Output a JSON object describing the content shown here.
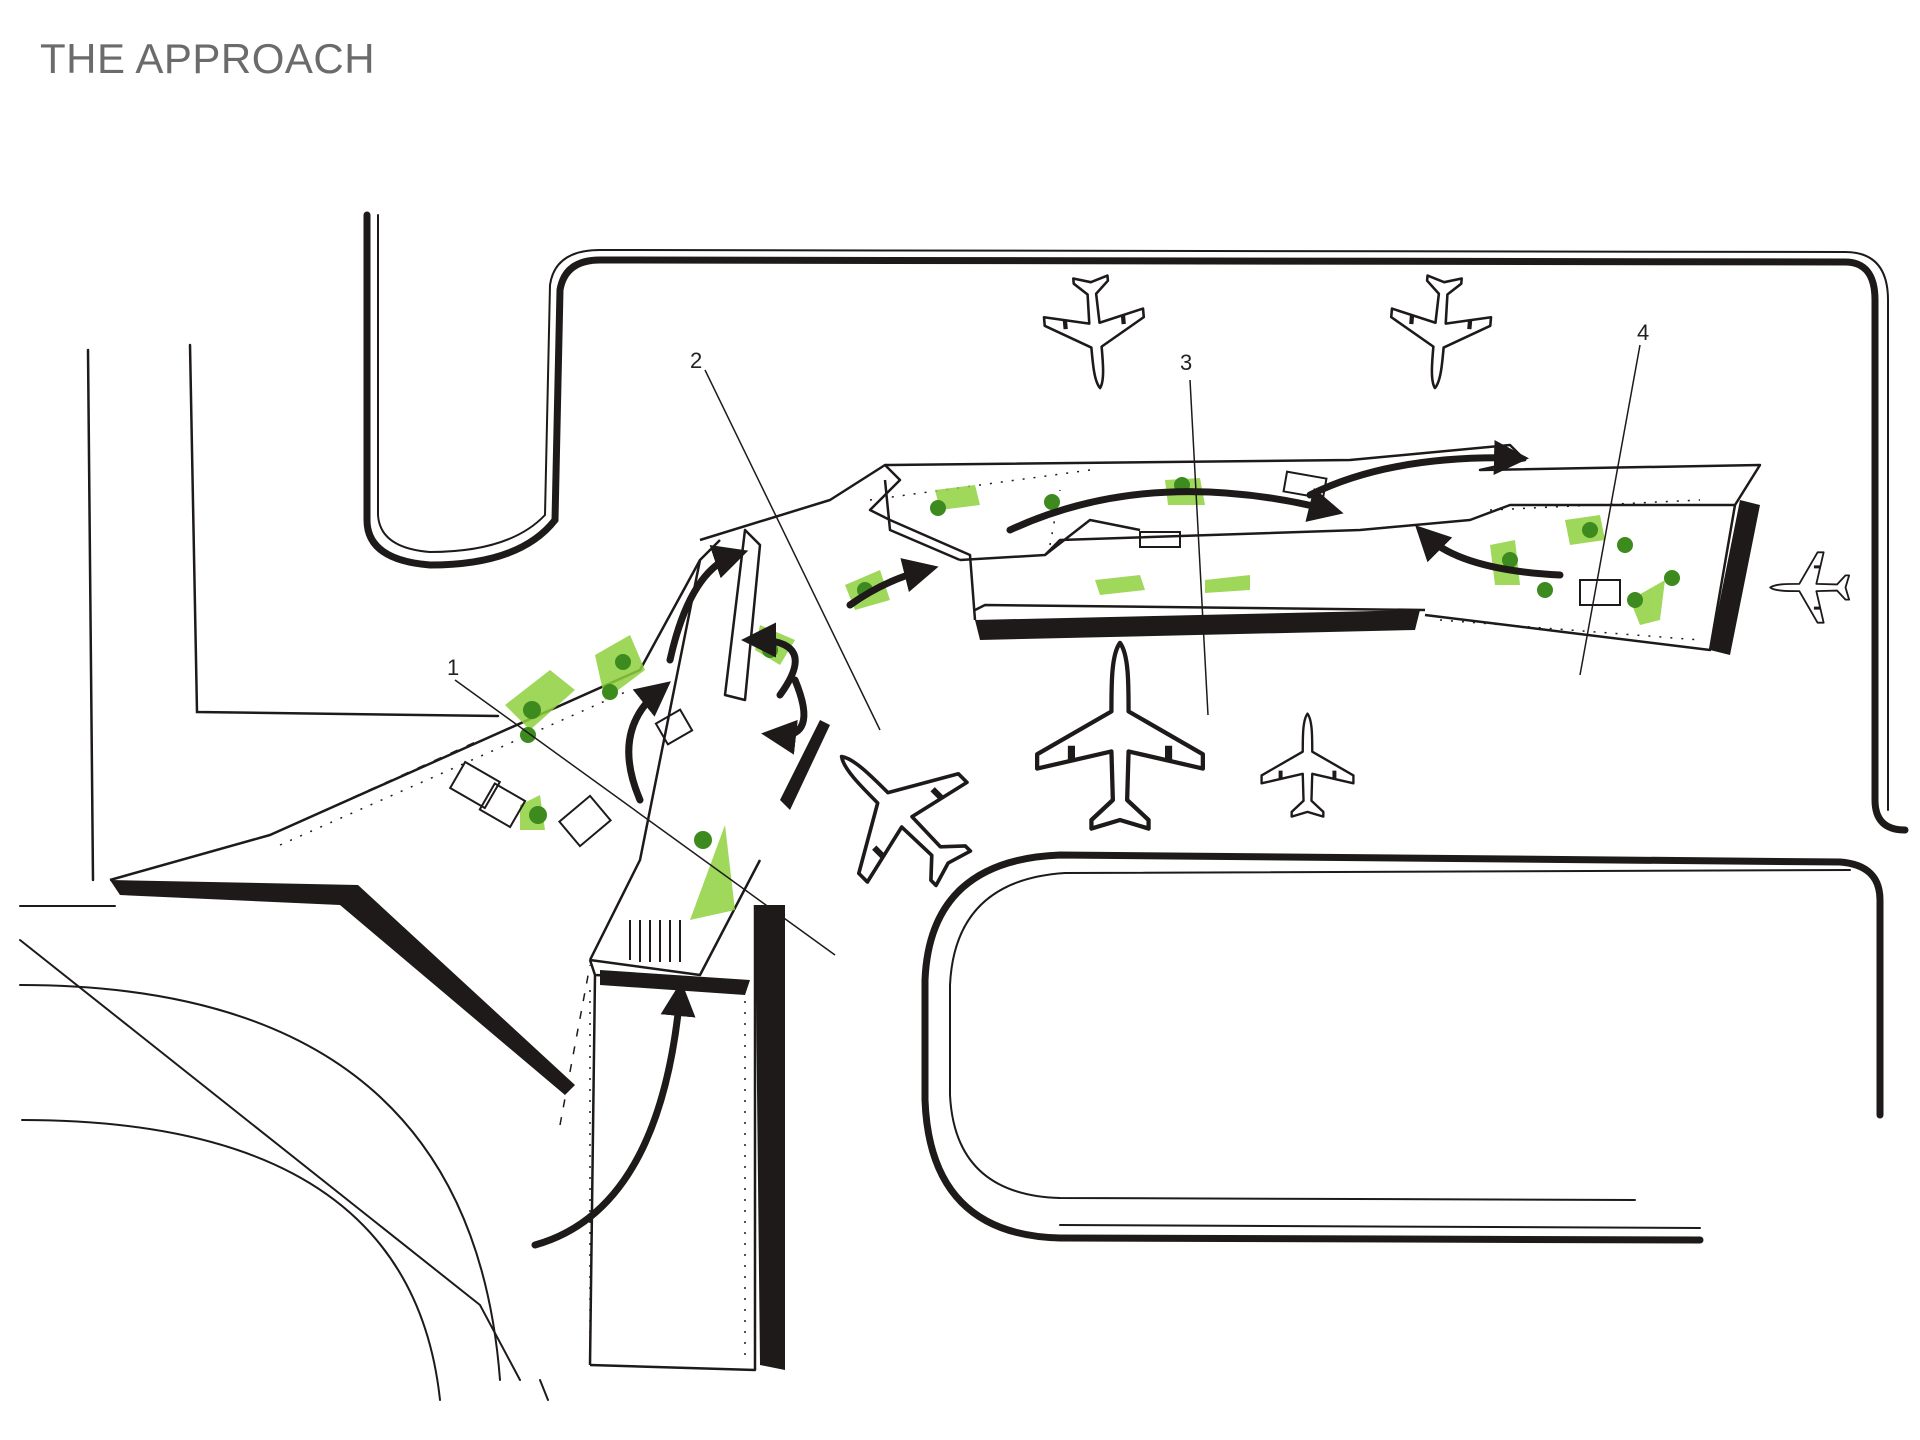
{
  "header": {
    "title": "THE APPROACH"
  },
  "callouts": [
    {
      "label": "1"
    },
    {
      "label": "2"
    },
    {
      "label": "3"
    },
    {
      "label": "4"
    }
  ],
  "colors": {
    "ink": "#1e1a1a",
    "landscape_green": "#8fd13f",
    "tree_dark_green": "#3d8a1f",
    "title_gray": "#6b6b6b"
  },
  "icons": [
    "airplane-icon",
    "tree-icon",
    "arrow-icon"
  ]
}
